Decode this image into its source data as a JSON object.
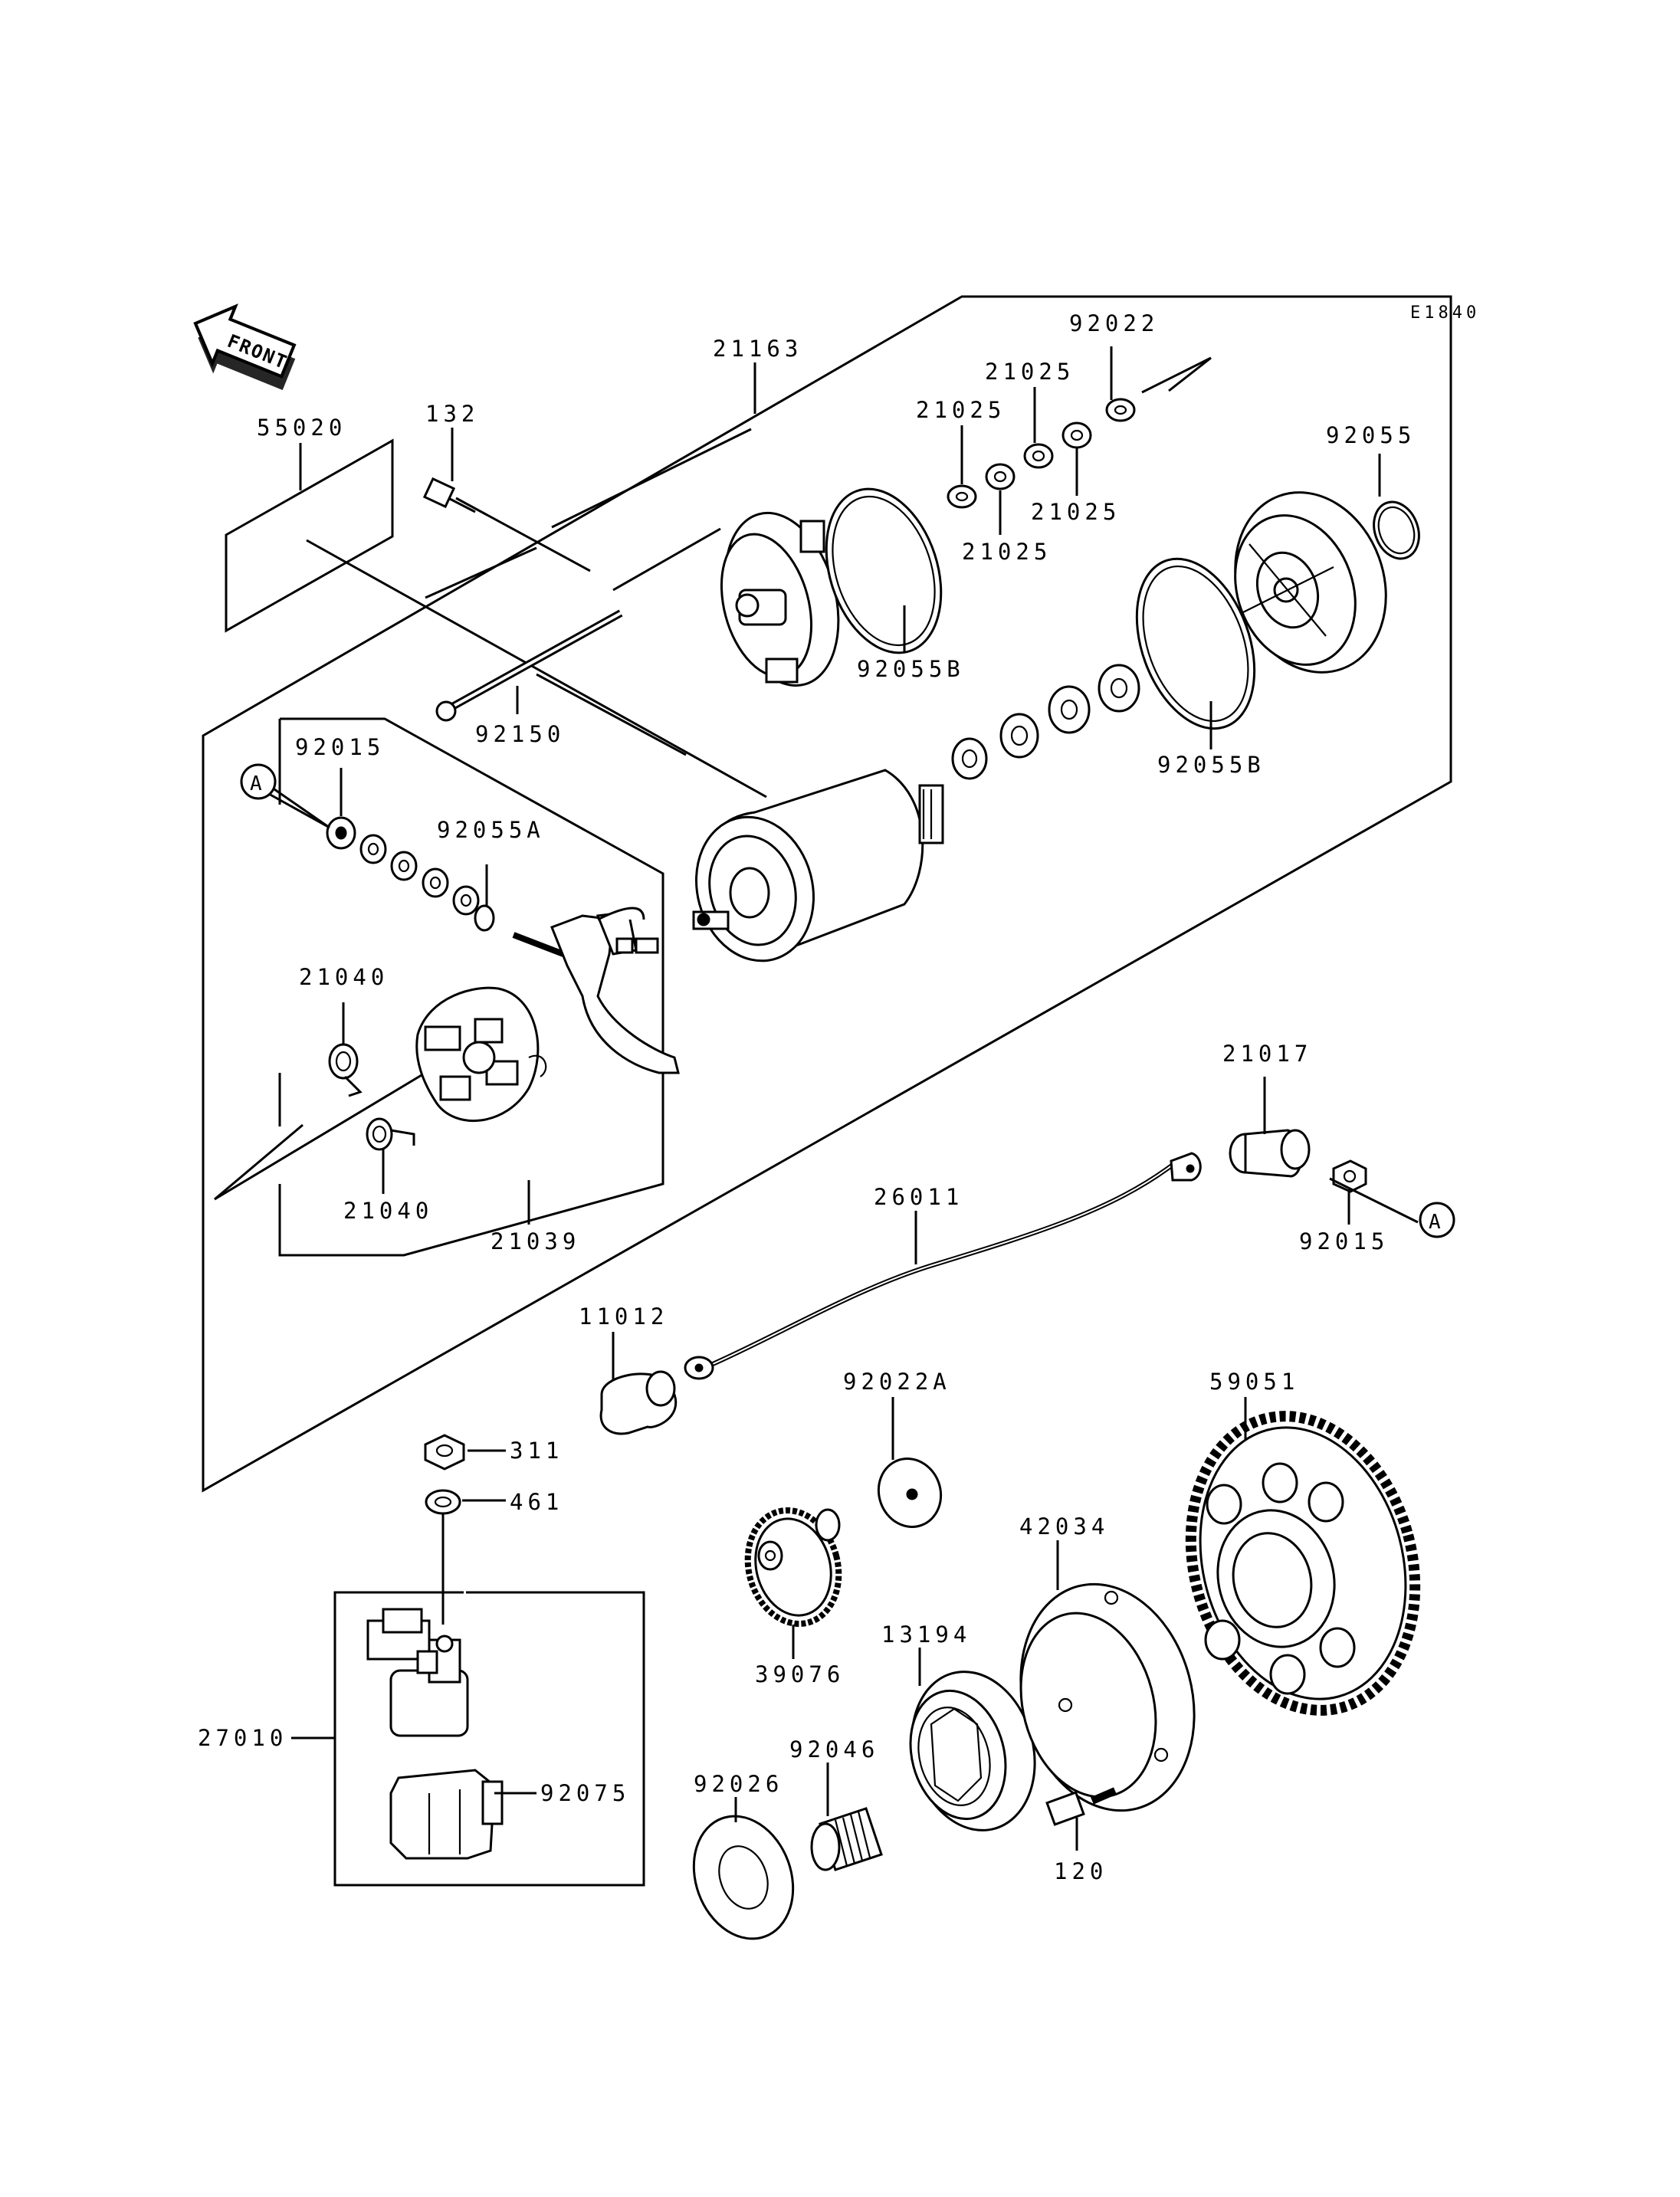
{
  "diagram_code": "E1840",
  "front_label": "FRONT",
  "ref_marker": "A",
  "labels": {
    "p21163": "21163",
    "p92022": "92022",
    "p21025_a": "21025",
    "p21025_b": "21025",
    "p21025_c": "21025",
    "p21025_d": "21025",
    "p92055": "92055",
    "p55020": "55020",
    "p132": "132",
    "p92055B_a": "92055B",
    "p92055B_b": "92055B",
    "p92150": "92150",
    "p92015_a": "92015",
    "p92055A": "92055A",
    "p21040_a": "21040",
    "p21040_b": "21040",
    "p21039": "21039",
    "p21017": "21017",
    "p26011": "26011",
    "p92015_b": "92015",
    "p11012": "11012",
    "p92022A": "92022A",
    "p59051": "59051",
    "p311": "311",
    "p461": "461",
    "p42034": "42034",
    "p39076": "39076",
    "p13194": "13194",
    "p27010": "27010",
    "p92046": "92046",
    "p92026": "92026",
    "p92075": "92075",
    "p120": "120"
  }
}
